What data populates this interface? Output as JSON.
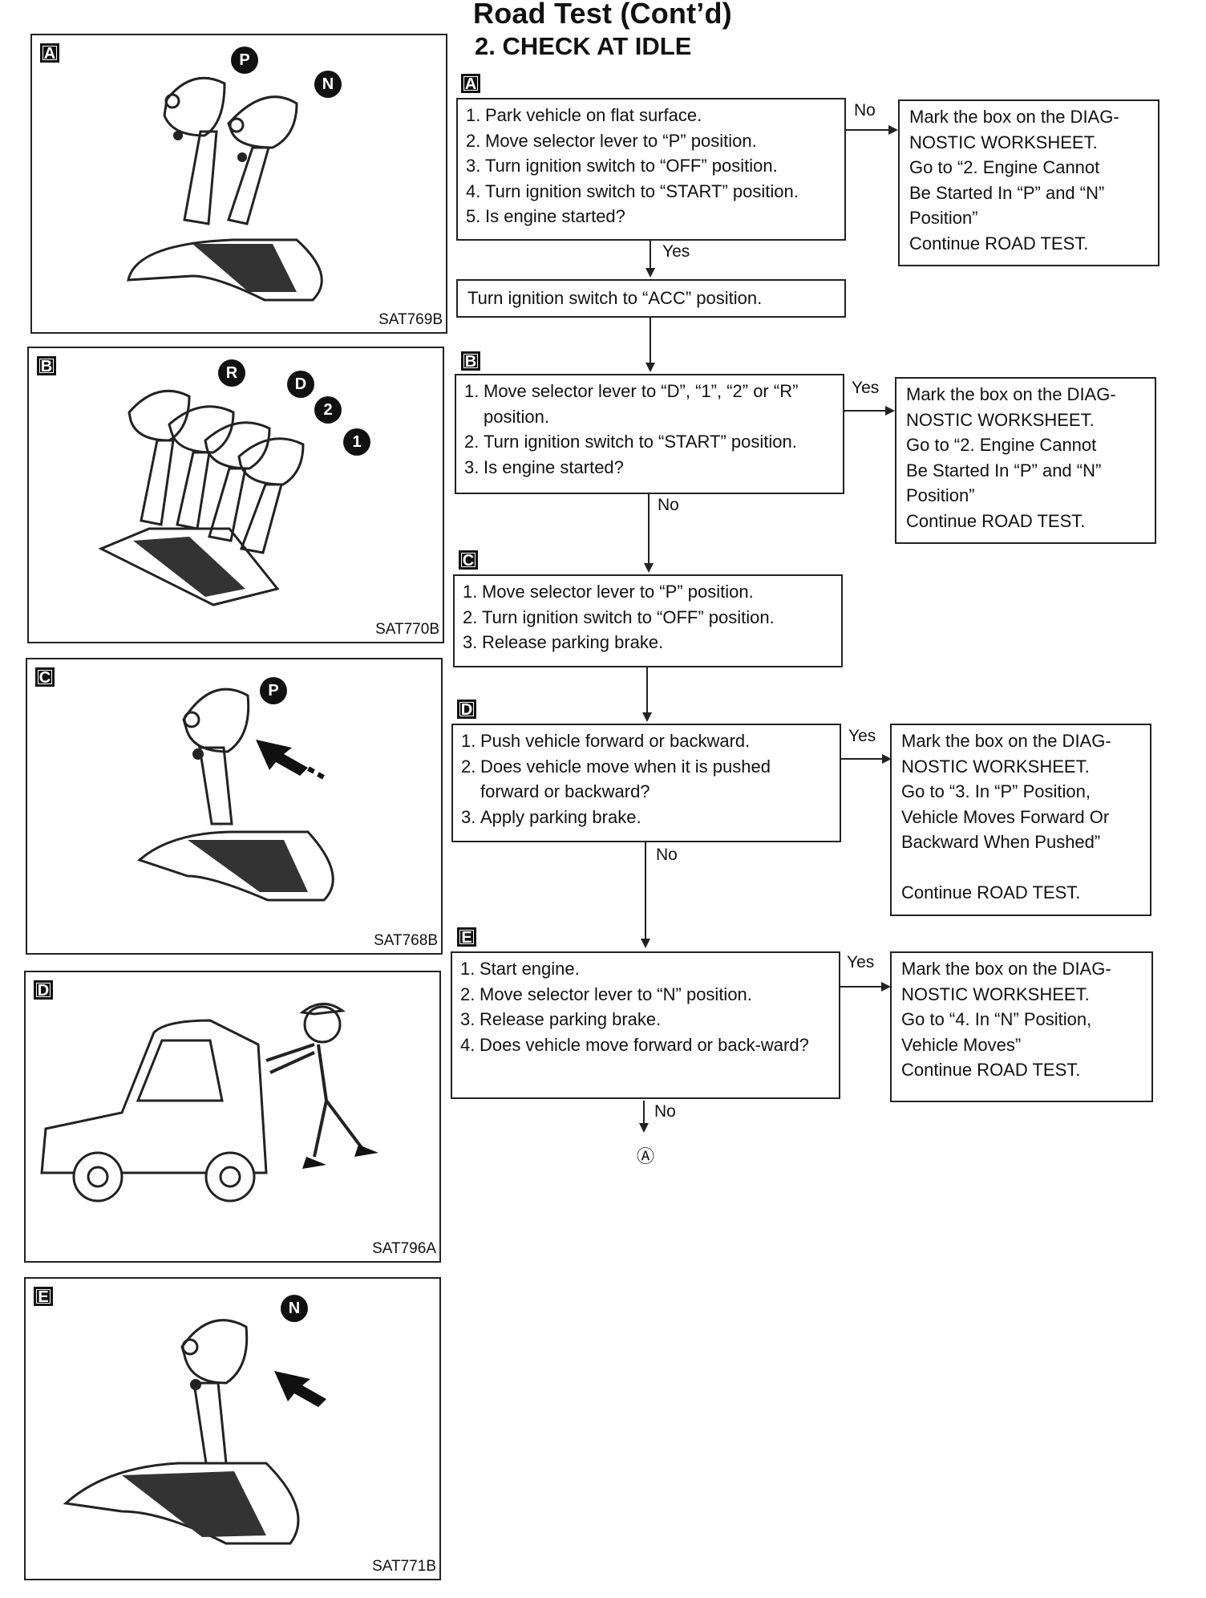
{
  "page": {
    "title": "Road Test (Cont’d)",
    "subtitle": "2.   CHECK AT IDLE"
  },
  "illustrations": [
    {
      "label": "A",
      "code": "SAT769B",
      "badges": [
        "P",
        "N"
      ]
    },
    {
      "label": "B",
      "code": "SAT770B",
      "badges": [
        "R",
        "D",
        "2",
        "1"
      ]
    },
    {
      "label": "C",
      "code": "SAT768B",
      "badges": [
        "P"
      ]
    },
    {
      "label": "D",
      "code": "SAT796A",
      "badges": []
    },
    {
      "label": "E",
      "code": "SAT771B",
      "badges": [
        "N"
      ]
    }
  ],
  "flow": {
    "stepA": {
      "label": "A",
      "items": [
        "Park vehicle on flat surface.",
        "Move selector lever to “P” position.",
        "Turn ignition switch to “OFF” position.",
        "Turn ignition switch to “START” position.",
        "Is engine started?"
      ],
      "branch_label": "No",
      "next_label": "Yes",
      "result": [
        "Mark the box on the DIAG-",
        "NOSTIC WORKSHEET.",
        "Go to “2. Engine Cannot",
        "Be Started In “P” and “N”",
        "Position”",
        "Continue ROAD TEST."
      ]
    },
    "acc": "Turn ignition switch to “ACC” position.",
    "stepB": {
      "label": "B",
      "items": [
        "Move selector lever to “D”, “1”, “2” or “R” position.",
        "Turn ignition switch to “START” position.",
        "Is engine started?"
      ],
      "branch_label": "Yes",
      "next_label": "No",
      "result": [
        "Mark the box on the DIAG-",
        "NOSTIC WORKSHEET.",
        "Go to “2. Engine Cannot",
        "Be Started In “P” and “N”",
        "Position”",
        "Continue ROAD TEST."
      ]
    },
    "stepC": {
      "label": "C",
      "items": [
        "Move selector lever to “P” position.",
        "Turn ignition switch to “OFF” position.",
        "Release parking brake."
      ]
    },
    "stepD": {
      "label": "D",
      "items": [
        "Push vehicle forward or backward.",
        "Does vehicle move when it is pushed forward or backward?",
        "Apply parking brake."
      ],
      "branch_label": "Yes",
      "next_label": "No",
      "result": [
        "Mark the box on the DIAG-",
        "NOSTIC WORKSHEET.",
        "Go to “3. In “P” Position,",
        "Vehicle Moves Forward Or",
        "Backward When Pushed”",
        "",
        "Continue ROAD TEST."
      ]
    },
    "stepE": {
      "label": "E",
      "items": [
        "Start engine.",
        "Move selector lever to “N” position.",
        "Release parking brake.",
        "Does vehicle move forward or back-ward?"
      ],
      "branch_label": "Yes",
      "next_label": "No",
      "result": [
        "Mark the box on the DIAG-",
        "NOSTIC WORKSHEET.",
        "Go to “4. In “N” Position,",
        "Vehicle Moves”",
        "Continue ROAD TEST."
      ],
      "connector": "Ⓐ"
    }
  }
}
